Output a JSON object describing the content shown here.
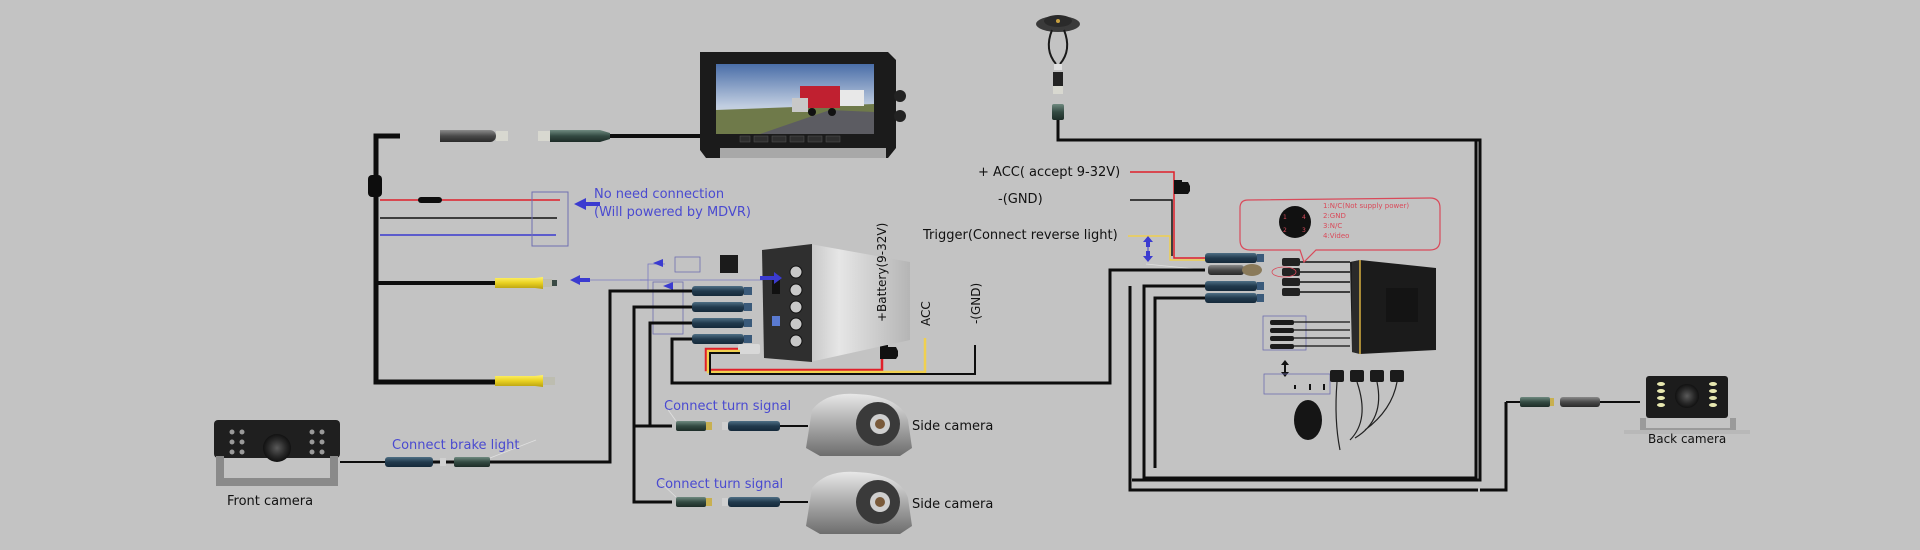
{
  "diagram": {
    "title": "MDVR wiring diagram",
    "notes": {
      "no_need_connection": "No need connection",
      "powered_by_mdvr": "(Will powered by MDVR)",
      "connect_brake_light": "Connect brake light",
      "connect_turn_signal_1": "Connect turn signal",
      "connect_turn_signal_2": "Connect turn signal"
    },
    "power_labels": {
      "battery": "+Battery(9-32V)",
      "acc": "ACC",
      "gnd": "-(GND)"
    },
    "radar_labels": {
      "acc": "+ ACC( accept 9-32V)",
      "gnd": "-(GND)",
      "trigger": "Trigger(Connect reverse light)"
    },
    "pinout": {
      "pins": [
        "1:N/C(Not supply power)",
        "2:GND",
        "3:N/C",
        "4:Video"
      ],
      "pin_numbers": [
        "1",
        "4",
        "2",
        "3"
      ]
    },
    "cameras": {
      "front": "Front camera",
      "side_1": "Side camera",
      "side_2": "Side camera",
      "back": "Back camera"
    },
    "colors": {
      "background": "#c3c3c3",
      "wire": "#0d0d0d",
      "power_red": "#e0202a",
      "acc_yellow": "#f0d050",
      "video_blue": "#3b3bd0",
      "annotation_blue": "#4a4ad0",
      "pinout_red": "#d94a5a",
      "connector_blue": "#2a4a60"
    }
  }
}
